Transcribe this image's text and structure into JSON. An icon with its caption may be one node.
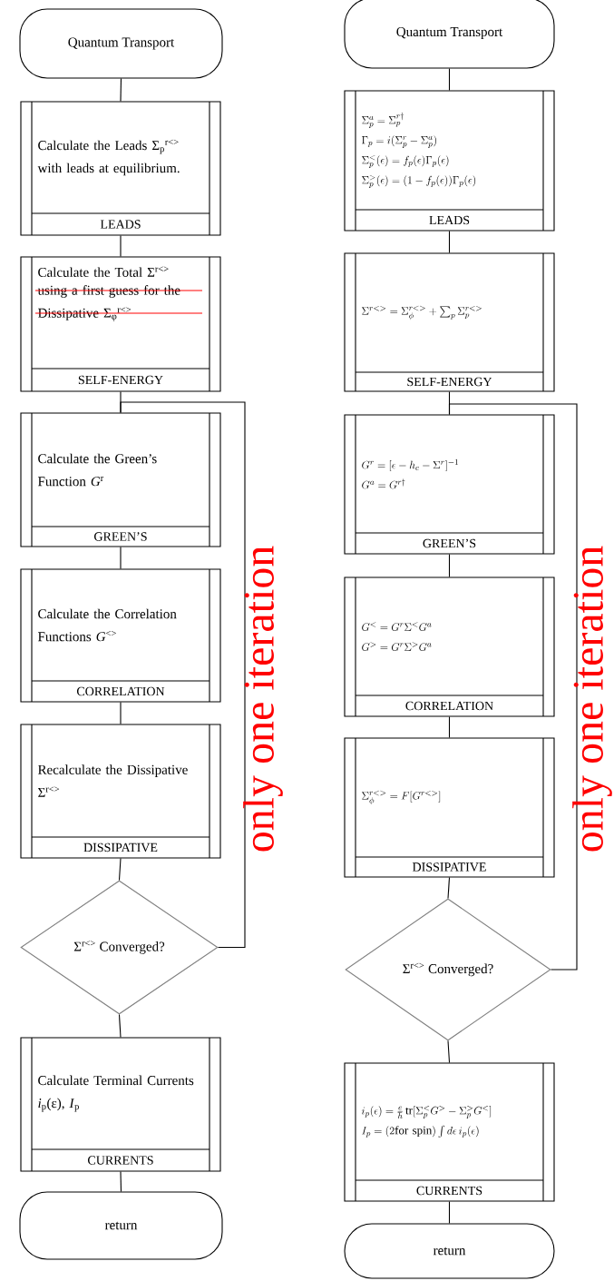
{
  "diagram": {
    "nodes": [
      {
        "text": [
          "Quantum Transport"
        ]
      },
      {
        "text": [
          "Calculate the Leads Σ$_{p}$$^{r<>}$ with leads at equilibrium.",
          "LEADS"
        ]
      },
      {
        "text": [
          "Calculate the Total Σ$^{r<>}$",
          "using a first guess for the Dissipative Σ$_{φ}$$^{r<>}$",
          "SELF-ENERGY"
        ]
      },
      {
        "text": [
          "Calculate the Green’s Function *G*$^{r}$",
          "GREEN’S"
        ]
      },
      {
        "text": [
          "Calculate the Correlation Functions *G*$^{<>}$",
          "CORRELATION"
        ]
      },
      {
        "text": [
          "Recalculate the Dissipative Σ$^{r<>}$",
          "DISSIPATIVE"
        ]
      },
      {
        "text": [
          "Σ$^{r<>}$ Converged?"
        ]
      },
      {
        "text": [
          "Calculate Terminal Currents *i*$_{p}$(ε), *I*$_{p}$",
          "CURRENTS"
        ]
      },
      {
        "text": [
          "return"
        ]
      },
      {
        "text": [
          "Quantum Transport"
        ]
      },
      {
        "text": [
          "\\Sigma_p^a = \\Sigma_p^{r\\dagger}",
          "\\Gamma_p = i(\\Sigma_p^r - \\Sigma_p^a)",
          "\\Sigma_p^<(\\epsilon) = f_p(\\epsilon)\\Gamma_p(\\epsilon)",
          "\\Sigma_p^>(\\epsilon) = (1-f_p(\\epsilon))\\Gamma_p(\\epsilon)",
          "LEADS"
        ]
      },
      {
        "text": [
          "\\Sigma^{r<>} = \\Sigma_\\phi^{r<>} + \\sum_p \\Sigma_p^{r<>}",
          "SELF-ENERGY"
        ]
      },
      {
        "text": [
          "G^r = [\\epsilon - h_c - \\Sigma^r]^{-1}",
          "G^a = G^{r\\dagger}",
          "GREEN’S"
        ]
      },
      {
        "text": [
          "G^< = G^r\\Sigma^< G^a",
          "G^> = G^r\\Sigma^> G^a",
          "CORRELATION"
        ]
      },
      {
        "text": [
          "\\Sigma_\\phi^{r<>} = F[G^{r<>}]",
          "DISSIPATIVE"
        ]
      },
      {
        "text": [
          "Σ$^{r<>}$ Converged?"
        ]
      },
      {
        "text": [
          "i_p(\\epsilon) = \\frac{e}{\\hbar}\\,\\mathrm{tr}[\\Sigma_p^< G^> - \\Sigma_p^> G^<]",
          "I_p = (2\\text{for spin})\\int d\\epsilon\\, i_p(\\epsilon)",
          "CURRENTS"
        ]
      },
      {
        "text": [
          "return"
        ]
      }
    ],
    "edges": [
      {
        "from": 0,
        "to": 1,
        "arrow": "none"
      },
      {
        "from": 1,
        "to": 2,
        "arrow": "none"
      },
      {
        "from": 2,
        "to": 3,
        "arrow": "none"
      },
      {
        "from": 3,
        "to": 4,
        "arrow": "none"
      },
      {
        "from": 4,
        "to": 5,
        "arrow": "none"
      },
      {
        "from": 5,
        "to": 6,
        "arrow": "none"
      },
      {
        "from": 6,
        "to": 7,
        "arrow": "none"
      },
      {
        "from": 7,
        "to": 8,
        "arrow": "none"
      },
      {
        "from": 6,
        "to": 3,
        "arrow": "none"
      },
      {
        "from": 9,
        "to": 10,
        "arrow": "none"
      },
      {
        "from": 10,
        "to": 11,
        "arrow": "none"
      },
      {
        "from": 11,
        "to": 12,
        "arrow": "none"
      },
      {
        "from": 12,
        "to": 13,
        "arrow": "none"
      },
      {
        "from": 13,
        "to": 14,
        "arrow": "none"
      },
      {
        "from": 14,
        "to": 15,
        "arrow": "none"
      },
      {
        "from": 15,
        "to": 16,
        "arrow": "none"
      },
      {
        "from": 16,
        "to": 17,
        "arrow": "none"
      },
      {
        "from": 15,
        "to": 12,
        "arrow": "none"
      }
    ],
    "labels": [
      "only one iteration",
      "only one iteration"
    ]
  }
}
